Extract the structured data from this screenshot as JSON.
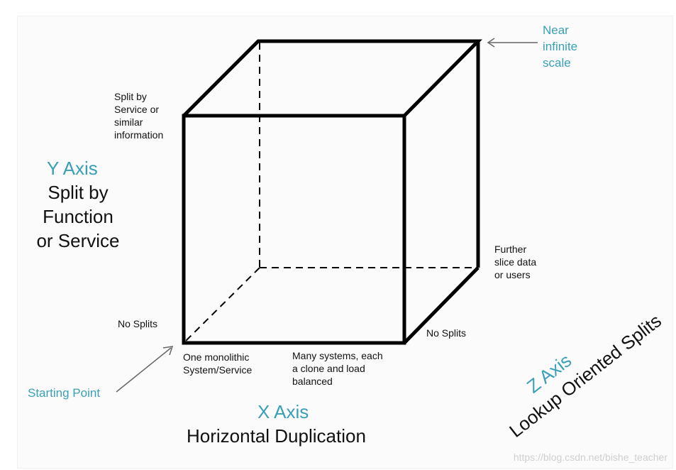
{
  "labels": {
    "near_infinite_scale": [
      "Near",
      "infinite",
      "scale"
    ],
    "split_by_service": [
      "Split by",
      "Service or",
      "similar",
      "information"
    ],
    "y_axis_title": "Y Axis",
    "y_axis_desc": [
      "Split by",
      "Function",
      "or Service"
    ],
    "further_slice": [
      "Further",
      "slice data",
      "or users"
    ],
    "no_splits_left": "No Splits",
    "no_splits_right": "No Splits",
    "one_monolithic": [
      "One monolithic",
      "System/Service"
    ],
    "many_systems": [
      "Many systems, each",
      "a clone and load",
      "balanced"
    ],
    "starting_point": "Starting Point",
    "x_axis_title": "X Axis",
    "x_axis_desc": "Horizontal Duplication",
    "z_axis_title": "Z Axis",
    "z_axis_desc": "Lookup Oriented Splits"
  },
  "watermark": "https://blog.csdn.net/bishe_teacher",
  "colors": {
    "accent": "#3a9fb6",
    "line": "#000000",
    "arrow": "#666666"
  }
}
